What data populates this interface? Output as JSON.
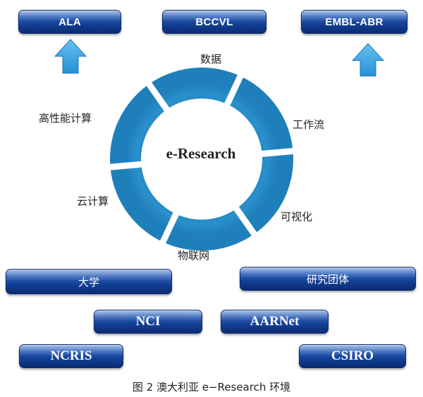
{
  "top_boxes": [
    {
      "label": "ALA"
    },
    {
      "label": "BCCVL"
    },
    {
      "label": "EMBL-ABR"
    }
  ],
  "center": "e-Research",
  "ring_labels": [
    "数据",
    "工作流",
    "可视化",
    "物联网",
    "云计算",
    "高性能计算"
  ],
  "bottom_boxes": [
    {
      "label": "大学"
    },
    {
      "label": "研究团体"
    },
    {
      "label": "NCI"
    },
    {
      "label": "AARNet"
    },
    {
      "label": "NCRIS"
    },
    {
      "label": "CSIRO"
    }
  ],
  "caption": "图 2  澳大利亚 e−Research 环境",
  "colors": {
    "box_dark": "#0a2c72",
    "box_light": "#7da2db",
    "ring": "#1f86c0",
    "arrow": "#3aa6e6"
  }
}
